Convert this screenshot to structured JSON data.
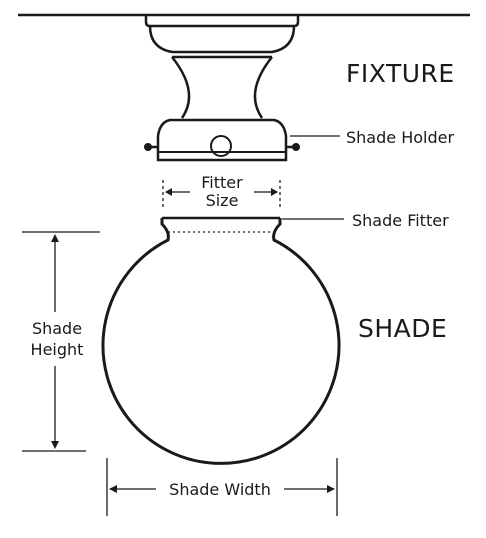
{
  "headings": {
    "fixture": "FIXTURE",
    "shade": "SHADE"
  },
  "callouts": {
    "shade_holder": "Shade Holder",
    "shade_fitter": "Shade Fitter"
  },
  "dimensions": {
    "fitter_size_line1": "Fitter",
    "fitter_size_line2": "Size",
    "shade_height_line1": "Shade",
    "shade_height_line2": "Height",
    "shade_width": "Shade Width"
  },
  "colors": {
    "ink": "#1a1a1a",
    "background": "#ffffff"
  }
}
